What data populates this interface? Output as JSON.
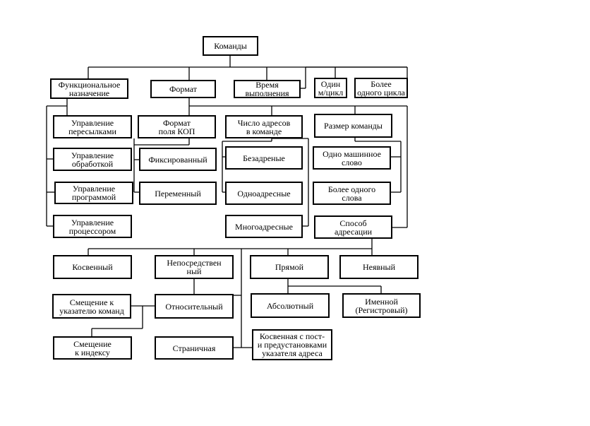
{
  "title": "Команды",
  "nodes": {
    "commands": "Команды",
    "functional": "Функциональное\nназначение",
    "format": "Формат",
    "exec_time": "Время\nвыполнения",
    "one_cycle": "Один\nм/цикл",
    "more_cycle": "Более\nодного цикла",
    "transfer": "Управление\nпересылками",
    "processing": "Управление\nобработкой",
    "program": "Управление\nпрограммой",
    "processor": "Управление\nпроцессором",
    "cop_format": "Формат\nполя КОП",
    "fixed": "Фиксированный",
    "variable": "Переменный",
    "addr_count": "Число адресов\nв команде",
    "zero_addr": "Безадреные",
    "one_addr": "Одноадресные",
    "multi_addr": "Многоадресные",
    "cmd_size": "Размер команды",
    "one_word": "Одно машинное\nслово",
    "more_word": "Более одного\nслова",
    "addressing": "Способ\nадресации",
    "indirect": "Косвенный",
    "immediate": "Непосредствен\nный",
    "direct": "Прямой",
    "implicit": "Неявный",
    "cmd_ptr_offset": "Смещение к\nуказателю команд",
    "relative": "Относительный",
    "absolute": "Абсолютный",
    "named": "Именной\n(Регистровый)",
    "index_offset": "Смещение\nк индексу",
    "page": "Страничная",
    "indirect_prepost": "Косвенная с пост-\nи предустановками\nуказателя адреса"
  }
}
